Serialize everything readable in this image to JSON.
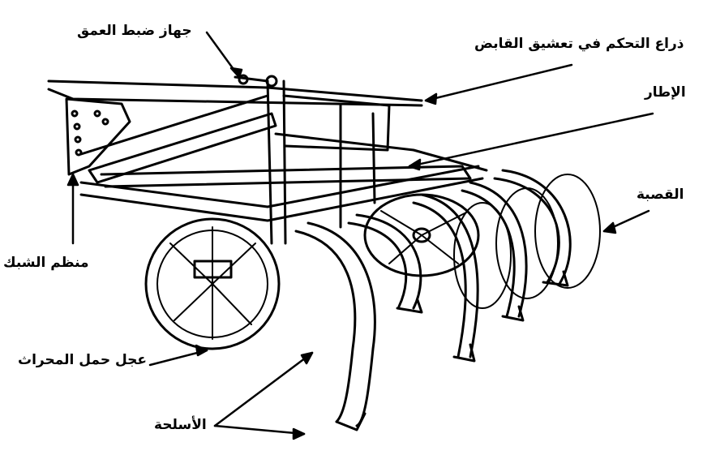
{
  "labels": {
    "depth_device": "جهاز ضبط العمق",
    "clutch_lever": "ذراع التحكم في تعشيق القابض",
    "frame": "الإطار",
    "shank": "القصبة",
    "hitch_regulator": "منظم الشبك",
    "carrying_wheel": "عجل حمل المحراث",
    "tines": "الأسلحة"
  },
  "colors": {
    "ink": "#000000",
    "background": "#ffffff"
  }
}
